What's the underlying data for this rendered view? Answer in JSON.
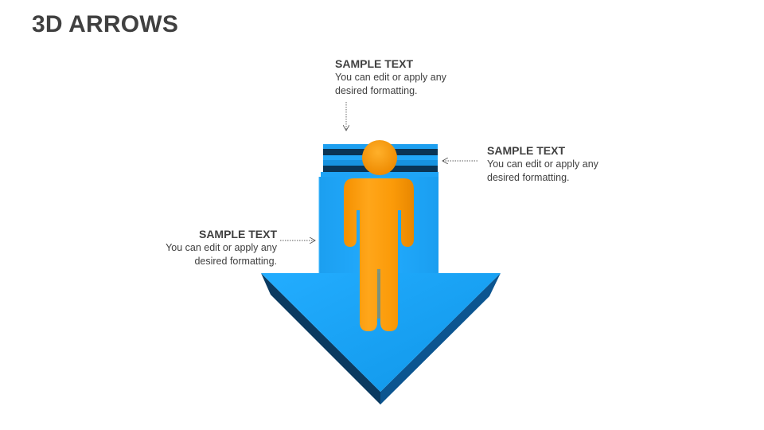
{
  "slide": {
    "title": "3D ARROWS"
  },
  "callouts": [
    {
      "position": "top",
      "heading": "SAMPLE TEXT",
      "body": "You can edit or apply any desired formatting."
    },
    {
      "position": "right",
      "heading": "SAMPLE TEXT",
      "body": "You can edit or apply any desired formatting."
    },
    {
      "position": "left",
      "heading": "SAMPLE TEXT",
      "body": "You can edit or apply any desired formatting."
    }
  ],
  "graphic": {
    "arrow_direction": "down",
    "arrow_color": "#1aa3f5",
    "arrow_shadow_color": "#0a3d66",
    "figure_color": "#f99b0c",
    "connector_color": "#595959"
  }
}
